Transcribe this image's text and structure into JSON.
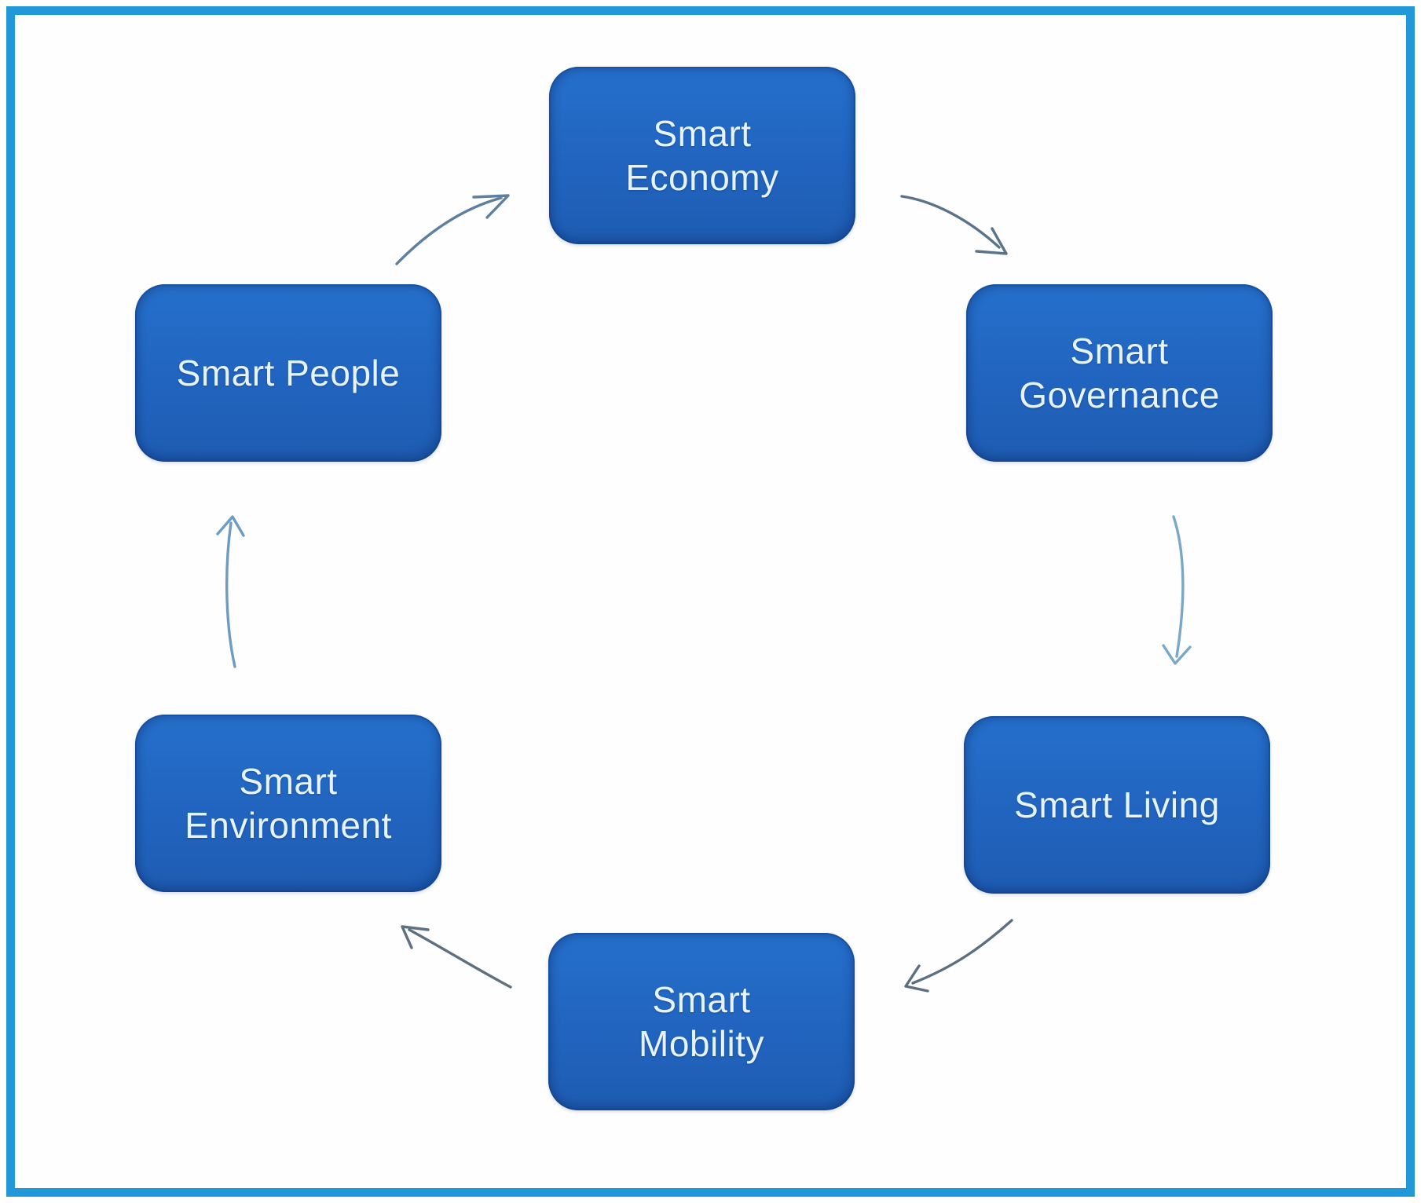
{
  "diagram": {
    "description": "Smart city components cycle diagram",
    "nodes": [
      {
        "id": "smart-economy",
        "label": "Smart\nEconomy"
      },
      {
        "id": "smart-governance",
        "label": "Smart\nGovernance"
      },
      {
        "id": "smart-living",
        "label": "Smart Living"
      },
      {
        "id": "smart-mobility",
        "label": "Smart\nMobility"
      },
      {
        "id": "smart-environment",
        "label": "Smart\nEnvironment"
      },
      {
        "id": "smart-people",
        "label": "Smart People"
      }
    ],
    "edges": [
      {
        "from": "smart-people",
        "to": "smart-economy"
      },
      {
        "from": "smart-economy",
        "to": "smart-governance"
      },
      {
        "from": "smart-governance",
        "to": "smart-living"
      },
      {
        "from": "smart-living",
        "to": "smart-mobility"
      },
      {
        "from": "smart-mobility",
        "to": "smart-environment"
      },
      {
        "from": "smart-environment",
        "to": "smart-people"
      }
    ],
    "colors": {
      "frame_border": "#2199d8",
      "node_fill": "#2164bf",
      "node_fill_top": "#2570cb",
      "node_fill_bottom": "#1e5cb2",
      "node_text": "#e7f3fa",
      "arrow_slate": "#5c7890",
      "arrow_light": "#7aa8c9",
      "background": "#ffffff"
    }
  }
}
